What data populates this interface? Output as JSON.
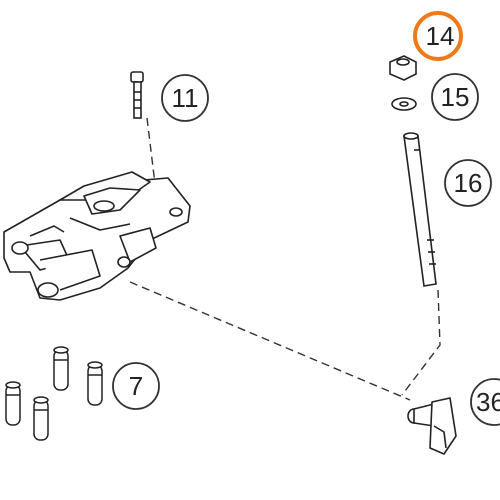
{
  "diagram": {
    "callouts": [
      {
        "id": "14",
        "label": "14",
        "highlighted": true
      },
      {
        "id": "11",
        "label": "11",
        "highlighted": false
      },
      {
        "id": "15",
        "label": "15",
        "highlighted": false
      },
      {
        "id": "16",
        "label": "16",
        "highlighted": false
      },
      {
        "id": "7",
        "label": "7",
        "highlighted": false
      },
      {
        "id": "36",
        "label": "36",
        "highlighted": false
      }
    ],
    "colors": {
      "line": "#222222",
      "highlight": "#f07a1a",
      "circle": "#333333",
      "background": "#ffffff"
    }
  }
}
